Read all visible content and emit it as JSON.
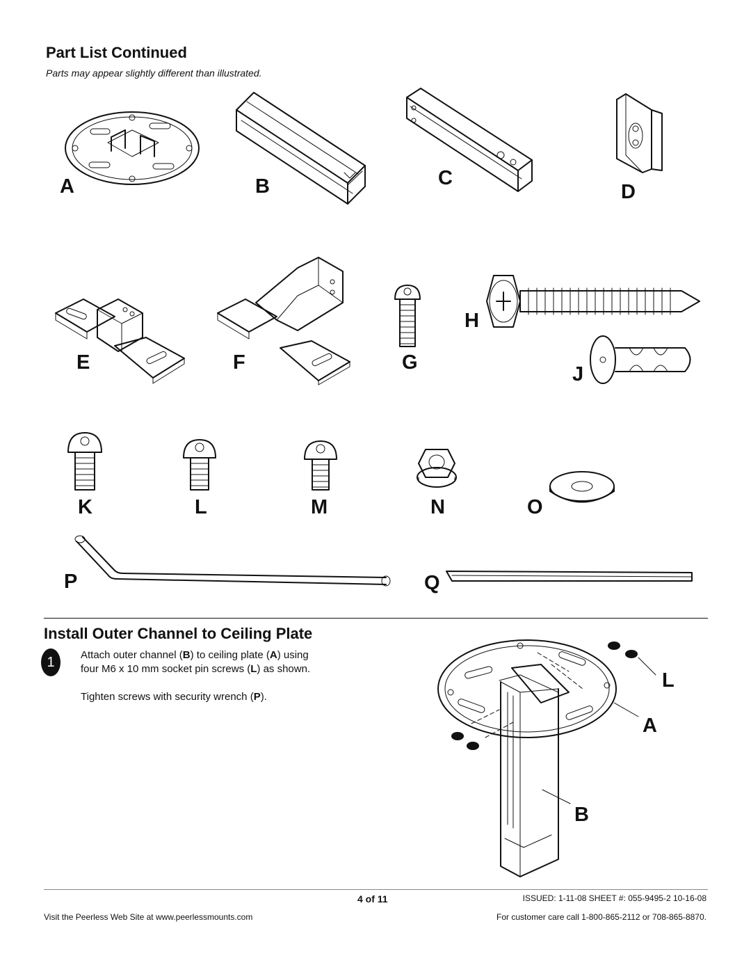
{
  "section1": {
    "title": "Part  List  Continued",
    "note": "Parts may appear slightly different than illustrated."
  },
  "parts": {
    "A": "A",
    "B": "B",
    "C": "C",
    "D": "D",
    "E": "E",
    "F": "F",
    "G": "G",
    "H": "H",
    "J": "J",
    "K": "K",
    "L": "L",
    "M": "M",
    "N": "N",
    "O": "O",
    "P": "P",
    "Q": "Q"
  },
  "section2": {
    "title": "Install  Outer  Channel  to  Ceiling  Plate",
    "step_number": "1",
    "step_line1_a": "Attach outer channel (",
    "step_line1_b": "B",
    "step_line1_c": ") to ceiling plate (",
    "step_line1_d": "A",
    "step_line1_e": ") using",
    "step_line2_a": "four M6 x 10 mm socket pin screws (",
    "step_line2_b": "L",
    "step_line2_c": ") as shown.",
    "step_line3_a": "Tighten screws with security wrench (",
    "step_line3_b": "P",
    "step_line3_c": ").",
    "callouts": {
      "L": "L",
      "A": "A",
      "B": "B"
    }
  },
  "footer": {
    "page": "4 of 11",
    "issued": "ISSUED: 1-11-08  SHEET #: 055-9495-2   10-16-08",
    "website": "Visit  the  Peerless  Web  Site  at  www.peerlessmounts.com",
    "care": "For  customer  care  call  1-800-865-2112  or  708-865-8870."
  }
}
